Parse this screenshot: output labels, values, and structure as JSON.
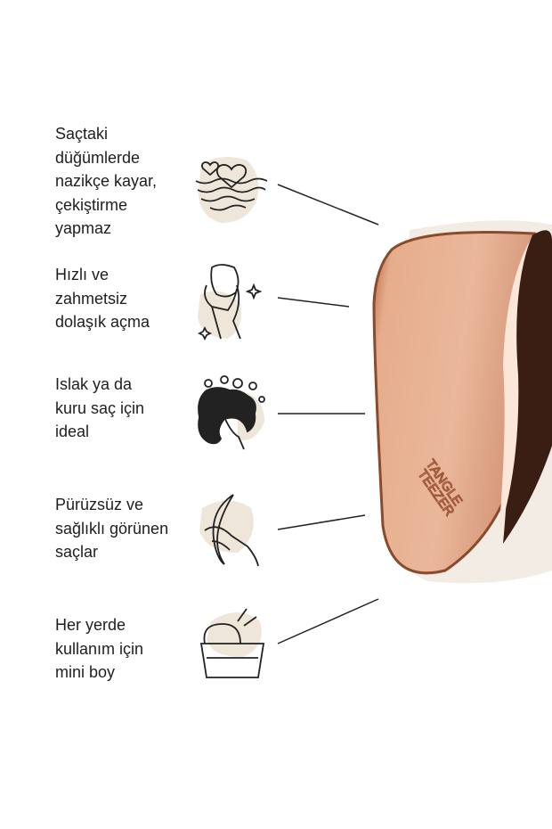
{
  "features": [
    {
      "text": "Saçtaki\ndüğümlerde\nnazikçe kayar,\nçekiştirme\nyapmaz",
      "icon": "heart-waves-icon"
    },
    {
      "text": "Hızlı ve\nzahmetsiz\ndolaşık açma",
      "icon": "hand-holding-brush-icon"
    },
    {
      "text": "Islak ya da\nkuru saç için\nideal",
      "icon": "curly-hair-foam-icon"
    },
    {
      "text": "Pürüzsüz ve\nsağlıklı görünen\nsaçlar",
      "icon": "hand-smooth-hair-icon"
    },
    {
      "text": "Her yerde\nkullanım için\nmini boy",
      "icon": "travel-bag-icon"
    }
  ],
  "product": {
    "brand_logo": "TANGLE TEEZER",
    "image": "rose-gold-compact-hairbrush"
  },
  "colors": {
    "accent_blob": "#efe6da",
    "brush_rose_gold": "#e0a888",
    "text": "#1e1e1e"
  }
}
